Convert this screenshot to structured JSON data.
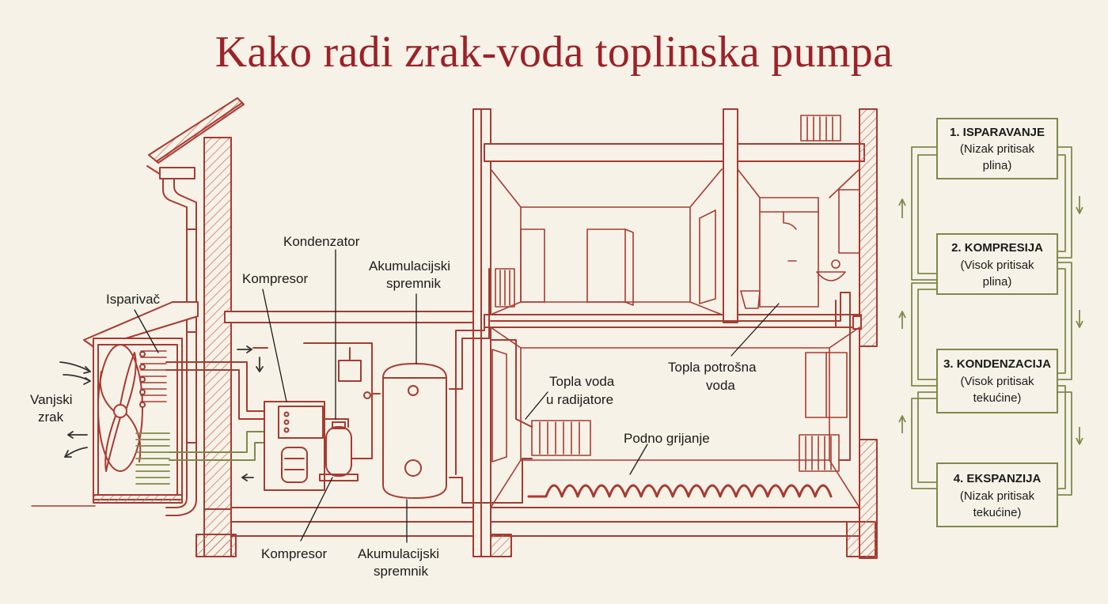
{
  "title": "Kako radi zrak-voda toplinska pumpa",
  "colors": {
    "line": "#a83a32",
    "pipe_fill": "#f7e6dc",
    "title": "#9c2228",
    "cycle": "#7d8a4a",
    "background": "#f7f2e7"
  },
  "labels": {
    "evaporator": "Isparivač",
    "outside_air_1": "Vanjski",
    "outside_air_2": "zrak",
    "compressor_top": "Kompresor",
    "condenser": "Kondenzator",
    "tank_top_1": "Akumulacijski",
    "tank_top_2": "spremnik",
    "compressor_bottom": "Kompresor",
    "tank_bottom_1": "Akumulacijski",
    "tank_bottom_2": "spremnik",
    "radiator_water_1": "Topla voda",
    "radiator_water_2": "u radijatore",
    "underfloor": "Podno grijanje",
    "hot_water_1": "Topla potrošna",
    "hot_water_2": "voda"
  },
  "cycle": [
    {
      "title": "1. ISPARAVANJE",
      "line1": "(Nizak pritisak",
      "line2": "plina)"
    },
    {
      "title": "2. KOMPRESIJA",
      "line1": "(Visok pritisak",
      "line2": "plina)"
    },
    {
      "title": "3. KONDENZACIJA",
      "line1": "(Visok pritisak",
      "line2": "tekućine)"
    },
    {
      "title": "4. EKSPANZIJA",
      "line1": "(Nizak pritisak",
      "line2": "tekućine)"
    }
  ]
}
